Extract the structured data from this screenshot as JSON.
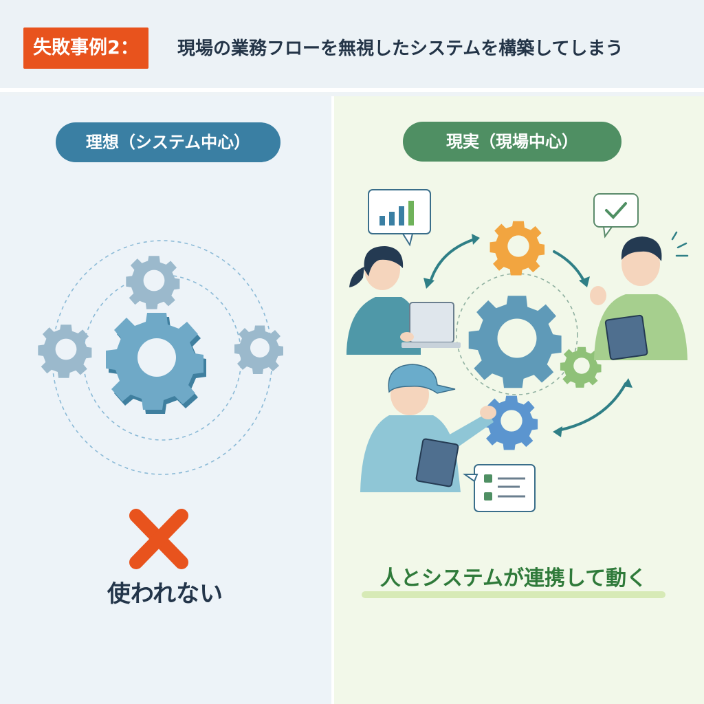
{
  "header": {
    "badge": "失敗事例2：",
    "title": "現場の業務フローを無視したシステムを構築してしまう"
  },
  "left": {
    "pill": "理想（システム中心）",
    "verdict": "使われない",
    "mark": "x-mark-icon"
  },
  "right": {
    "pill": "現実（現場中心）",
    "verdict": "人とシステムが連携して動く"
  },
  "colors": {
    "accent_red": "#e8531d",
    "ideal_blue": "#3a7fa3",
    "reality_green": "#4f8f63",
    "gear_orange": "#f2a540",
    "gear_green": "#8fc178",
    "gear_blue": "#5b95cf"
  }
}
